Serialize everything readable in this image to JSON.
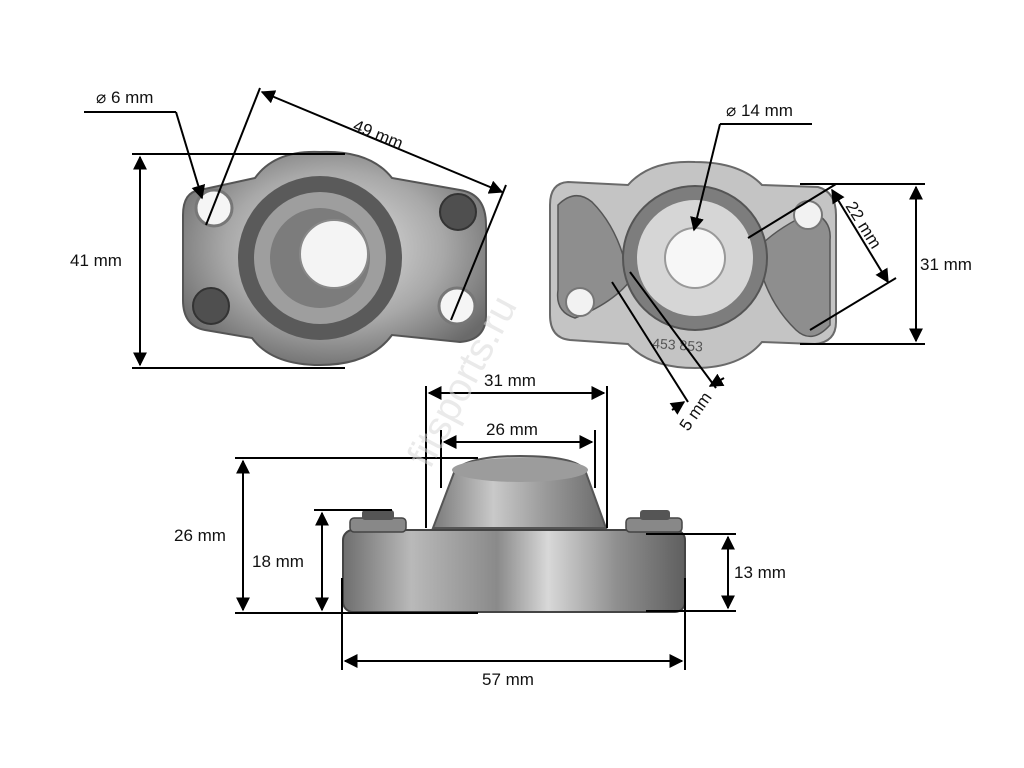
{
  "watermark": "fitsports.ru",
  "views": {
    "top_left": {
      "hole_diameter": "⌀ 6 mm",
      "diagonal": "49 mm",
      "height": "41 mm"
    },
    "top_right": {
      "bore_diameter": "⌀ 14 mm",
      "slot_width": "22 mm",
      "height": "31 mm",
      "thickness": "5 mm",
      "stamp": "453 853"
    },
    "side": {
      "outer_top": "31 mm",
      "inner_top": "26 mm",
      "total_height": "26 mm",
      "bolt_height": "18 mm",
      "flange_height": "13 mm",
      "width": "57 mm"
    }
  }
}
